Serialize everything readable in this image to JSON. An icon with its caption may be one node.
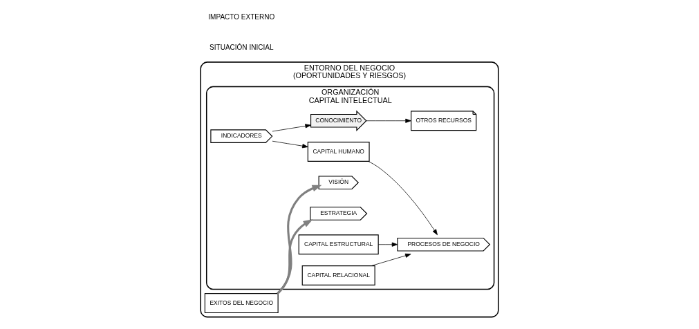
{
  "diagram": {
    "nodes": [
      {
        "text": [
          "ENTORNO DEL NEGOCIO",
          "(OPORTUNIDADES Y RIESGOS)"
        ]
      },
      {
        "text": [
          "ORGANIZACIÓN",
          "CAPITAL INTELECTUAL"
        ],
        "in": 0
      },
      {
        "text": [
          "VISIÓN"
        ],
        "in": 1
      },
      {
        "text": [
          "ESTRATEGIA"
        ],
        "in": 1
      },
      {
        "text": [
          "INDICADORES"
        ],
        "in": 1
      },
      {
        "text": [
          "CAPITAL HUMANO"
        ],
        "in": 1
      },
      {
        "text": [
          "CAPITAL ESTRUCTURAL"
        ],
        "in": 1
      },
      {
        "text": [
          "CAPITAL RELACIONAL"
        ],
        "in": 1
      },
      {
        "text": [
          "OTROS RECURSOS"
        ],
        "in": 1
      },
      {
        "text": [
          "PROCESOS DE NEGOCIO"
        ],
        "in": 1
      },
      {
        "text": [
          "CONOCIMIENTO"
        ],
        "in": 1
      },
      {
        "text": [
          "EXITOS DEL NEGOCIO"
        ],
        "in": 0
      }
    ],
    "edges": [
      {
        "from": 4,
        "to": 5,
        "arrow": "to"
      },
      {
        "from": 4,
        "to": 10,
        "arrow": "to"
      },
      {
        "from": 5,
        "to": 9,
        "arrow": "to"
      },
      {
        "from": 6,
        "to": 9,
        "arrow": "to"
      },
      {
        "from": 7,
        "to": 9,
        "arrow": "to"
      },
      {
        "from": 10,
        "to": 8,
        "arrow": "to"
      },
      {
        "from": 11,
        "to": 2,
        "arrow": "to",
        "style": "thick",
        "color": "#808080"
      },
      {
        "from": 11,
        "to": 3,
        "arrow": "to",
        "style": "thick",
        "color": "#808080"
      }
    ],
    "labels": [
      "SITUACIÓN INICIAL",
      "IMPACTO EXTERNO"
    ]
  }
}
